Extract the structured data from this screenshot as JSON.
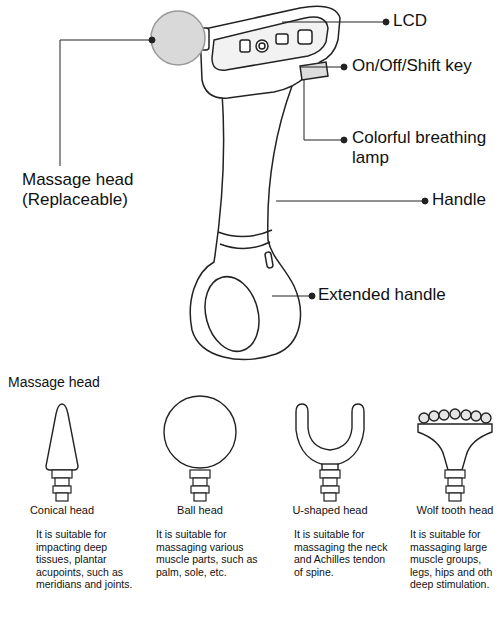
{
  "diagram": {
    "labels": [
      "LCD",
      "On/Off/Shift key",
      "Colorful breathing lamp",
      "Handle",
      "Extended handle",
      "Massage head (Replaceable)",
      "Massage head",
      "Conical head",
      "Ball head",
      "U-shaped head",
      "Wolf tooth head",
      "It is suitable for impacting deep tissues, plantar acupoints, such as meridians and joints.",
      "It is suitable for massaging various muscle parts, such as palm, sole, etc.",
      "It is suitable for massaging the neck and Achilles tendon of spine.",
      "It is suitable for massaging large muscle groups, legs, hips and oth deep stimulation."
    ]
  }
}
